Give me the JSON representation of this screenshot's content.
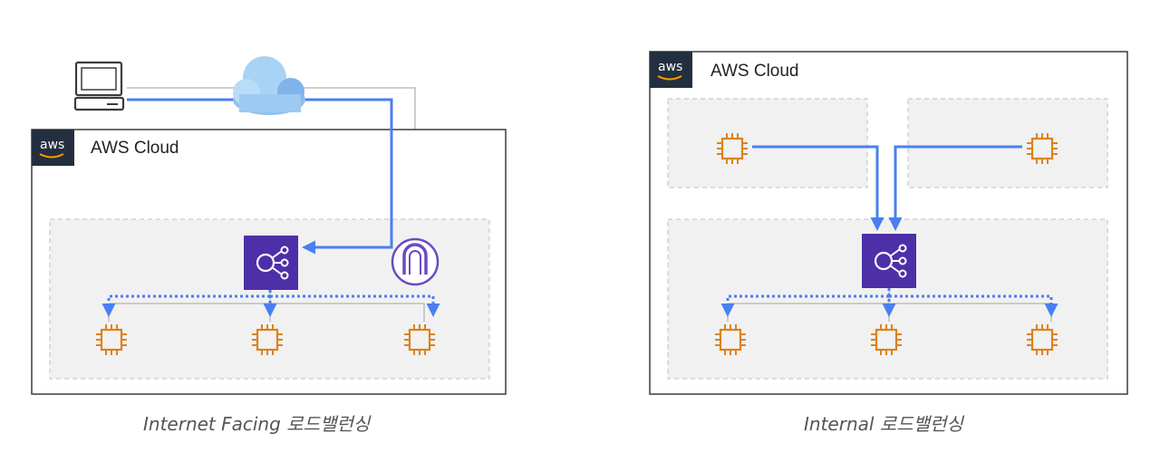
{
  "left_diagram": {
    "cloud_label": "AWS Cloud",
    "badge_text": "aws",
    "caption": "Internet Facing 로드밸런싱"
  },
  "right_diagram": {
    "cloud_label": "AWS Cloud",
    "badge_text": "aws",
    "caption": "Internal 로드밸런싱"
  },
  "colors": {
    "flow_line": "#4a7ff0",
    "load_balancer": "#4d2fa8",
    "instance": "#d9831f",
    "gateway": "#6a4bc4",
    "subnet_fill": "#f1f1f1",
    "subnet_border": "#c9c9c9",
    "frame_border": "#3c3c3c",
    "badge_fill": "#232f3e"
  },
  "icons": {
    "client": "desktop-computer-icon",
    "internet": "cloud-icon",
    "gateway": "internet-gateway-icon",
    "load_balancer": "elastic-load-balancer-icon",
    "instance": "ec2-instance-chip-icon"
  }
}
